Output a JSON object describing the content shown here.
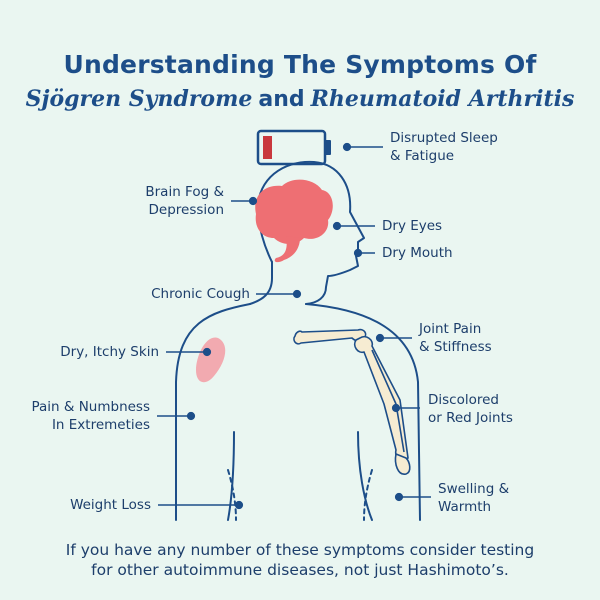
{
  "title": {
    "line1": "Understanding The Symptoms Of",
    "condition1": "Sjögren Syndrome",
    "connector": "and",
    "condition2": "Rheumatoid Arthritis"
  },
  "labels": {
    "sleep": [
      "Disrupted Sleep",
      "& Fatigue"
    ],
    "brain_fog": [
      "Brain Fog &",
      "Depression"
    ],
    "dry_eyes": "Dry Eyes",
    "dry_mouth": "Dry Mouth",
    "chronic_cough": "Chronic Cough",
    "joint_pain": [
      "Joint Pain",
      "& Stiffness"
    ],
    "dry_skin": "Dry, Itchy Skin",
    "pain_numbness": [
      "Pain & Numbness",
      "In Extremeties"
    ],
    "discolored": [
      "Discolored",
      "or Red Joints"
    ],
    "swelling": [
      "Swelling &",
      "Warmth"
    ],
    "weight_loss": "Weight Loss"
  },
  "footer": [
    "If you have any number of these symptoms consider testing",
    "for other autoimmune diseases, not just Hashimoto’s."
  ],
  "colors": {
    "background": "#eaf6f1",
    "outline": "#1d4e89",
    "brain": "#ee6f73",
    "battery_low": "#c9383d",
    "skin_patch": "#f2aab0",
    "bone": "#f6ecd2"
  },
  "battery_level": 0.15
}
